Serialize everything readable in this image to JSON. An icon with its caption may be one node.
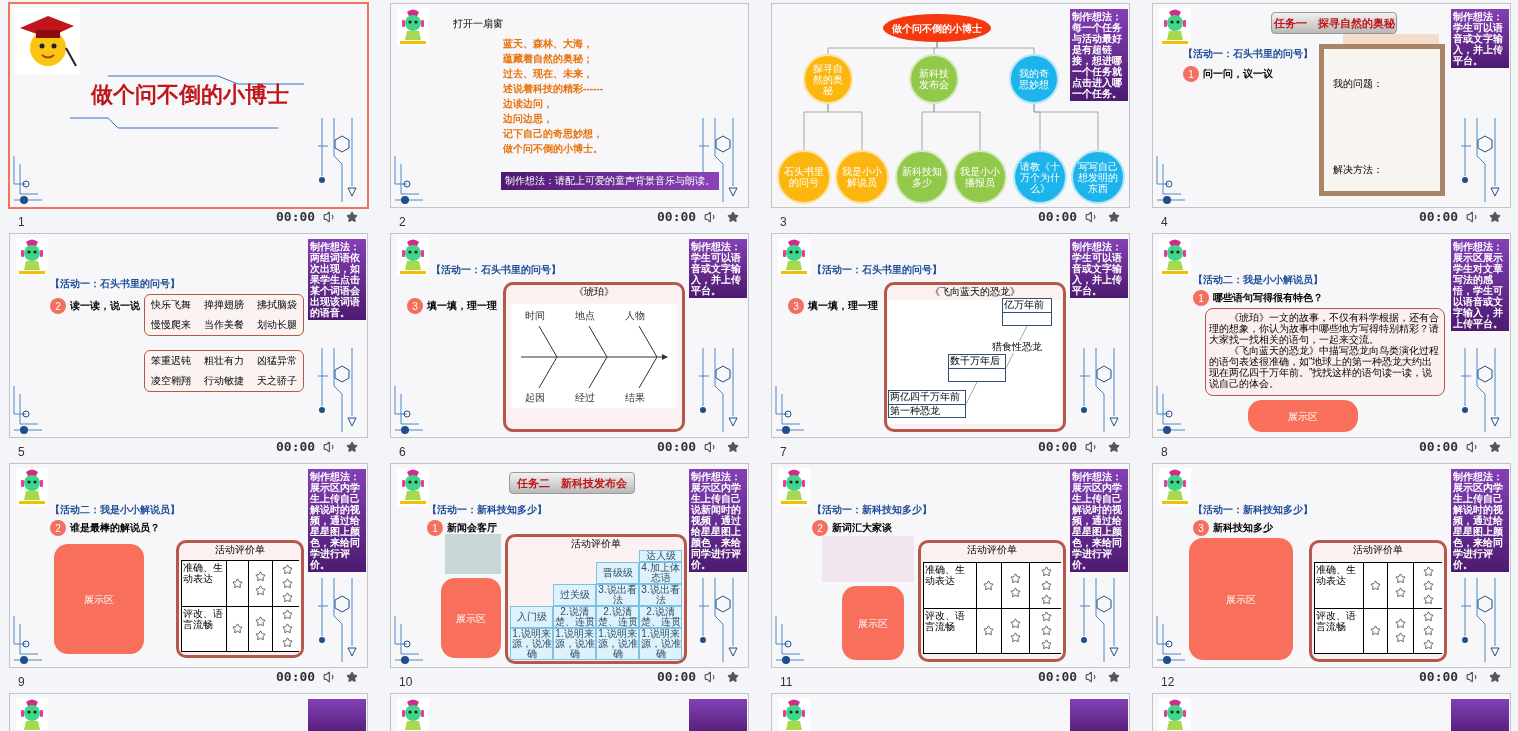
{
  "diagram": {
    "nodes": [
      {
        "text": [
          "做个问不倒的小博士"
        ],
        "beside": [
          "1",
          "00:00"
        ]
      },
      {
        "text": [
          "打开一扇窗",
          "蓝天、森林、大海，",
          "蕴藏着自然的奥秘；",
          "过去、现在、未来，",
          "述说着科技的精彩------",
          "边读边问，",
          "边问边思，",
          "记下自己的奇思妙想，",
          "做个问不倒的小博士。"
        ],
        "beside": [
          "2",
          "00:00"
        ]
      },
      {
        "text": [
          "制作想法：请配上可爱的童声背景音乐与朗读。"
        ],
        "in": 1
      },
      {
        "text": [],
        "shape": "box",
        "beside": [
          "3",
          "00:00"
        ]
      },
      {
        "text": [
          "制作想法：每一个任务与活动最好是有超链接，想进哪一个任务就点击进入哪一个任务。"
        ],
        "in": 3
      },
      {
        "text": [
          "做个问不倒的小博士"
        ],
        "in": 3
      },
      {
        "text": [
          "探寻自然的奥秘"
        ],
        "in": 3
      },
      {
        "text": [
          "新科技发布会"
        ],
        "in": 3
      },
      {
        "text": [
          "我的奇思妙想"
        ],
        "in": 3
      },
      {
        "text": [
          "石头书里的问号"
        ],
        "in": 3
      },
      {
        "text": [
          "我是小小解说员"
        ],
        "in": 3
      },
      {
        "text": [
          "新科技知多少"
        ],
        "in": 3
      },
      {
        "text": [
          "我是小小播报员"
        ],
        "in": 3
      },
      {
        "text": [
          "请教《十万个为什么》"
        ],
        "in": 3
      },
      {
        "text": [
          "写写自己想发明的东西"
        ],
        "in": 3
      },
      {
        "text": [
          "【活动一：石头书里的问号】",
          "问一问，议一议"
        ],
        "beside": [
          "4",
          "00:00"
        ]
      },
      {
        "text": [
          "制作想法：学生可以语音或文字输入，并上传平台。"
        ],
        "in": 15
      },
      {
        "text": [
          "任务一　探寻自然的奥秘"
        ],
        "in": 15
      },
      {
        "text": [
          "1"
        ],
        "in": 15
      },
      {
        "text": [
          "我的问题：",
          "解决方法："
        ],
        "in": 15
      },
      {
        "text": [
          "【活动一：石头书里的问号】",
          "读一读，说一说"
        ],
        "beside": [
          "5",
          "00:00"
        ]
      },
      {
        "text": [
          "制作想法：两组词语依次出现，如果学生点击某个词语会出现该词语的语音。"
        ],
        "in": 20
      },
      {
        "text": [
          "2"
        ],
        "in": 20
      },
      {
        "text": [
          "快乐飞舞",
          "掸掸翅膀",
          "拂拭脑袋",
          "慢慢爬来",
          "当作美餐",
          "划动长腿"
        ],
        "in": 20
      },
      {
        "text": [
          "笨重迟钝",
          "粗壮有力",
          "凶猛异常",
          "凌空翱翔",
          "行动敏捷",
          "天之骄子"
        ],
        "in": 20
      },
      {
        "text": [
          "【活动一：石头书里的问号】",
          "填一填，理一理"
        ],
        "beside": [
          "6",
          "00:00"
        ]
      },
      {
        "text": [
          "制作想法：学生可以语音或文字输入，并上传平台。"
        ],
        "in": 25
      },
      {
        "text": [
          "3"
        ],
        "in": 25
      },
      {
        "text": [
          "《琥珀》"
        ],
        "in": 25
      },
      {
        "text": [
          "时间",
          "地点",
          "人物",
          "起因",
          "经过",
          "结果"
        ],
        "in": 28
      },
      {
        "text": [
          "【活动一：石头书里的问号】",
          "填一填，理一理"
        ],
        "beside": [
          "7",
          "00:00"
        ]
      },
      {
        "text": [
          "制作想法：学生可以语音或文字输入，并上传平台。"
        ],
        "in": 30
      },
      {
        "text": [
          "3"
        ],
        "in": 30
      },
      {
        "text": [
          "《飞向蓝天的恐龙》"
        ],
        "in": 30
      },
      {
        "text": [
          "两亿四千万年前",
          "第一种恐龙"
        ],
        "in": 33
      },
      {
        "text": [
          "数千万年后"
        ],
        "in": 33
      },
      {
        "text": [
          "亿万年前"
        ],
        "in": 33
      },
      {
        "text": [
          "【活动二：我是小小解说员】",
          "哪些语句写得很有特色？"
        ],
        "beside": [
          "8",
          "00:00"
        ]
      },
      {
        "text": [
          "制作想法：展示区展示学生对文章写法的感悟，学生可以语音或文字输入，并上传平台。"
        ],
        "in": 37
      },
      {
        "text": [
          "1"
        ],
        "in": 37
      },
      {
        "text": [
          "《琥珀》一文的故事，不仅有科学根据，还有合理的想象，你认为故事中哪些地方写得特别精彩？请大家找一找相关的语句，一起来交流。",
          "《飞向蓝天的恐龙》中描写恐龙向鸟类演化过程的语句表述很准确，如“地球上的第一种恐龙大约出现在两亿四千万年前。”找找这样的语句读一读，说说自己的体会。"
        ],
        "in": 37
      },
      {
        "text": [
          "展示区"
        ],
        "in": 37
      },
      {
        "text": [
          "【活动二：我是小小解说员】",
          "谁是最棒的解说员？"
        ],
        "beside": [
          "9",
          "00:00"
        ]
      },
      {
        "text": [
          "制作想法：展示区内学生上传自己解说时的视频，通过给星星图上颜色，来给同学进行评价。"
        ],
        "in": 42
      },
      {
        "text": [
          "2"
        ],
        "in": 42
      },
      {
        "text": [
          "展示区"
        ],
        "in": 42
      },
      {
        "text": [
          "活动评价单"
        ],
        "in": 42
      },
      {
        "text": [
          "准确、生动表达",
          "评改、语言流畅"
        ],
        "in": 46
      },
      {
        "text": [
          "【活动一：新科技知多少】",
          "新闻会客厅"
        ],
        "beside": [
          "10",
          "00:00"
        ]
      },
      {
        "text": [
          "制作想法：展示区内学生上传自己说新闻时的视频，通过给星星图上颜色，来给同学进行评价。"
        ],
        "in": 48
      },
      {
        "text": [
          "任务二　新科技发布会"
        ],
        "in": 48
      },
      {
        "text": [
          "1"
        ],
        "in": 48
      },
      {
        "text": [
          "展示区"
        ],
        "in": 48
      },
      {
        "text": [
          "活动评价单"
        ],
        "in": 48
      },
      {
        "text": [
          "达人级",
          "晋级级",
          "4.加上体态语",
          "过关级",
          "3.说出看法",
          "3.说出看法",
          "入门级",
          "2.说清楚、连贯",
          "2.说清楚、连贯",
          "2.说清楚、连贯",
          "1.说明来源，说准确",
          "1.说明来源，说准确",
          "1.说明来源，说准确",
          "1.说明来源，说准确"
        ],
        "in": 53
      },
      {
        "text": [
          "【活动一：新科技知多少】",
          "新词汇大家谈"
        ],
        "beside": [
          "11",
          "00:00"
        ]
      },
      {
        "text": [
          "制作想法：展示区内学生上传自己解说时的视频，通过给星星图上颜色，来给同学进行评价。"
        ],
        "in": 55
      },
      {
        "text": [
          "2"
        ],
        "in": 55
      },
      {
        "text": [
          "展示区"
        ],
        "in": 55
      },
      {
        "text": [
          "活动评价单"
        ],
        "in": 55
      },
      {
        "text": [
          "准确、生动表达",
          "评改、语言流畅"
        ],
        "in": 59
      },
      {
        "text": [
          "【活动一：新科技知多少】",
          "新科技知多少"
        ],
        "beside": [
          "12",
          "00:00"
        ]
      },
      {
        "text": [
          "制作想法：展示区内学生上传自己解说时的视频，通过给星星图上颜色，来给同学进行评价。"
        ],
        "in": 61
      },
      {
        "text": [
          "3"
        ],
        "in": 61
      },
      {
        "text": [
          "展示区"
        ],
        "in": 61
      },
      {
        "text": [
          "活动评价单"
        ],
        "in": 61
      },
      {
        "text": [
          "准确、生动表达",
          "评改、语言流畅"
        ],
        "in": 65
      },
      {
        "text": [],
        "shape": "box"
      },
      {
        "text": [],
        "shape": "box"
      },
      {
        "text": [],
        "shape": "box"
      },
      {
        "text": [],
        "shape": "box"
      }
    ],
    "edges": [
      {
        "from": 5,
        "to": 6,
        "arrow": "none"
      },
      {
        "from": 5,
        "to": 7,
        "arrow": "none"
      },
      {
        "from": 5,
        "to": 8,
        "arrow": "none"
      },
      {
        "from": 6,
        "to": 9,
        "arrow": "none"
      },
      {
        "from": 6,
        "to": 10,
        "arrow": "none"
      },
      {
        "from": 7,
        "to": 11,
        "arrow": "none"
      },
      {
        "from": 7,
        "to": 12,
        "arrow": "none"
      },
      {
        "from": 8,
        "to": 13,
        "arrow": "none"
      },
      {
        "from": 8,
        "to": 14,
        "arrow": "none"
      },
      {
        "from": 34,
        "to": 35,
        "arrow": "none"
      },
      {
        "from": 35,
        "to": 36,
        "arrow": "none",
        "label": "猎食性恐龙"
      }
    ]
  }
}
